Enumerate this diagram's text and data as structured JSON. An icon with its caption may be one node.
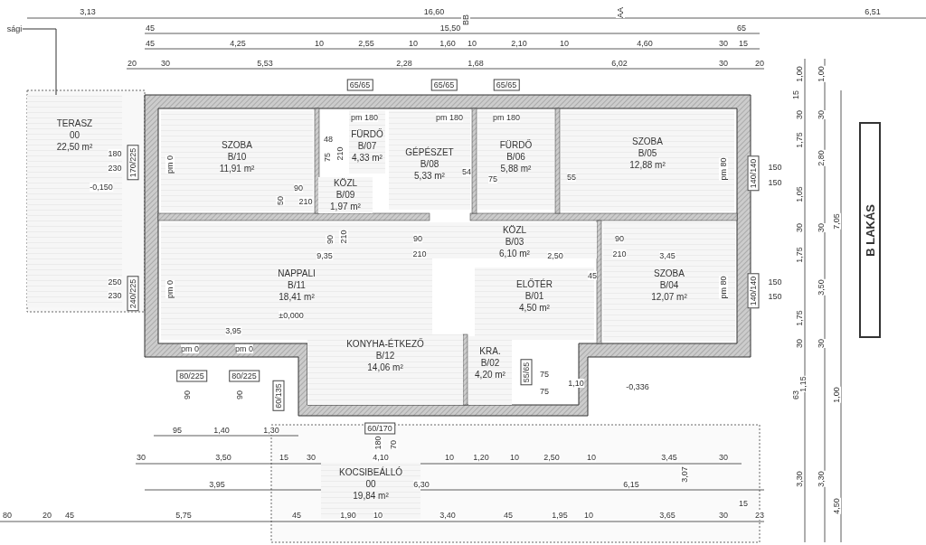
{
  "diagram": {
    "nodes": [
      {
        "text": [
          "TERASZ",
          "00",
          "22,50 m²"
        ]
      },
      {
        "text": [
          "SZOBA",
          "B/10",
          "11,91 m²"
        ]
      },
      {
        "text": [
          "FÜRDŐ",
          "B/07",
          "4,33 m²"
        ]
      },
      {
        "text": [
          "GÉPÉSZET",
          "B/08",
          "5,33 m²"
        ]
      },
      {
        "text": [
          "FÜRDŐ",
          "B/06",
          "5,88 m²"
        ]
      },
      {
        "text": [
          "SZOBA",
          "B/05",
          "12,88 m²"
        ]
      },
      {
        "text": [
          "KÖZL",
          "B/09",
          "1,97 m²"
        ]
      },
      {
        "text": [
          "NAPPALI",
          "B/11",
          "18,41 m²"
        ]
      },
      {
        "text": [
          "KÖZL",
          "B/03",
          "6,10 m²"
        ]
      },
      {
        "text": [
          "ELŐTÉR",
          "B/01",
          "4,50 m²"
        ]
      },
      {
        "text": [
          "SZOBA",
          "B/04",
          "12,07 m²"
        ]
      },
      {
        "text": [
          "KONYHA-ÉTKEZŐ",
          "B/12",
          "14,06 m²"
        ]
      },
      {
        "text": [
          "KRA.",
          "B/02",
          "4,20 m²"
        ]
      },
      {
        "text": [
          "KOCSIBEÁLLÓ",
          "00",
          "19,84 m²"
        ]
      },
      {
        "text": [
          "B LAKÁS"
        ]
      },
      {
        "text": [
          "65/65"
        ]
      },
      {
        "text": [
          "65/65"
        ]
      },
      {
        "text": [
          "65/65"
        ]
      },
      {
        "text": [
          "170/225"
        ]
      },
      {
        "text": [
          "240/225"
        ]
      },
      {
        "text": [
          "80/225"
        ]
      },
      {
        "text": [
          "80/225"
        ]
      },
      {
        "text": [
          "60/135"
        ]
      },
      {
        "text": [
          "60/170"
        ]
      },
      {
        "text": [
          "140/140"
        ]
      },
      {
        "text": [
          "140/140"
        ]
      },
      {
        "text": [
          "55/65"
        ]
      },
      {
        "text": [
          "sági"
        ]
      }
    ],
    "edges": [
      {
        "from": 27,
        "to": 0,
        "arrow": "none"
      }
    ],
    "labels": [
      "3,13",
      "16,60",
      "6,51",
      "BB",
      "AA",
      "45",
      "15,50",
      "65",
      "45",
      "4,25",
      "10",
      "2,55",
      "10",
      "1,60",
      "10",
      "2,10",
      "10",
      "4,60",
      "30",
      "15",
      "20",
      "30",
      "5,53",
      "2,28",
      "1,68",
      "6,02",
      "30",
      "20",
      "180",
      "230",
      "-0,150",
      "pm 0",
      "90",
      "210",
      "50",
      "pm 180",
      "48",
      "75",
      "210",
      "90",
      "210",
      "9,35",
      "90",
      "210",
      "pm 180",
      "54",
      "75",
      "pm 180",
      "55",
      "pm 80",
      "150",
      "150",
      "2,50",
      "90",
      "210",
      "3,45",
      "45",
      "pm 80",
      "150",
      "150",
      "250",
      "230",
      "pm 0",
      "±0,000",
      "3,95",
      "pm 0",
      "pm 0",
      "90",
      "90",
      "95",
      "1,40",
      "1,30",
      "30",
      "3,50",
      "15",
      "30",
      "4,10",
      "10",
      "1,20",
      "10",
      "2,50",
      "10",
      "3,45",
      "30",
      "3,95",
      "6,30",
      "6,15",
      "3,07",
      "15",
      "80",
      "20",
      "45",
      "5,75",
      "45",
      "1,90",
      "10",
      "3,40",
      "45",
      "1,95",
      "10",
      "3,65",
      "30",
      "23",
      "75",
      "1,10",
      "75",
      "-0,336",
      "180",
      "70",
      "1,00",
      "15",
      "30",
      "1,75",
      "1,05",
      "30",
      "1,75",
      "1,75",
      "30",
      "63",
      "1,15",
      "3,30",
      "1,00",
      "30",
      "2,80",
      "30",
      "3,50",
      "30",
      "3,30",
      "7,05",
      "1,00",
      "4,50"
    ]
  }
}
